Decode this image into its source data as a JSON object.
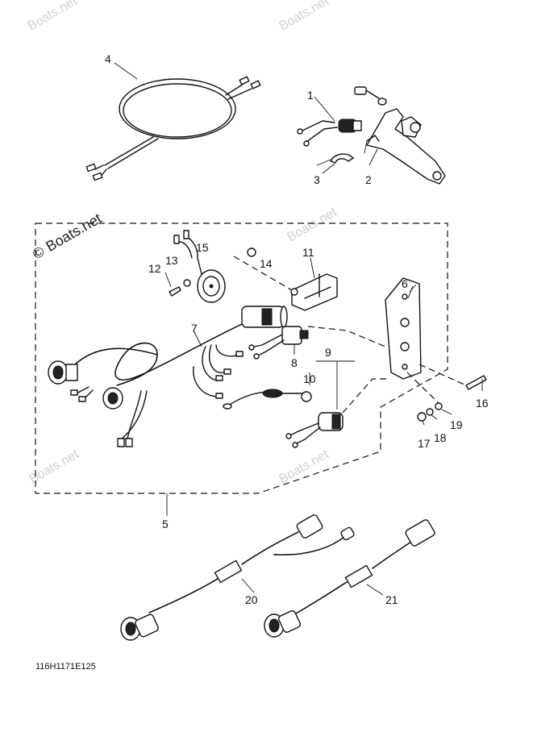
{
  "diagram_code": "116H1171E125",
  "watermark": {
    "brand": "Boats.net",
    "copyright_symbol": "©"
  },
  "callouts": [
    {
      "id": "c1",
      "text": "1"
    },
    {
      "id": "c2",
      "text": "2"
    },
    {
      "id": "c3",
      "text": "3"
    },
    {
      "id": "c4",
      "text": "4"
    },
    {
      "id": "c5",
      "text": "5"
    },
    {
      "id": "c6",
      "text": "6"
    },
    {
      "id": "c7",
      "text": "7"
    },
    {
      "id": "c8",
      "text": "8"
    },
    {
      "id": "c9",
      "text": "9"
    },
    {
      "id": "c10",
      "text": "10"
    },
    {
      "id": "c11",
      "text": "11"
    },
    {
      "id": "c12",
      "text": "12"
    },
    {
      "id": "c13",
      "text": "13"
    },
    {
      "id": "c14",
      "text": "14"
    },
    {
      "id": "c15",
      "text": "15"
    },
    {
      "id": "c16",
      "text": "16"
    },
    {
      "id": "c17",
      "text": "17"
    },
    {
      "id": "c18",
      "text": "18"
    },
    {
      "id": "c19",
      "text": "19"
    },
    {
      "id": "c20",
      "text": "20"
    },
    {
      "id": "c21",
      "text": "21"
    }
  ]
}
